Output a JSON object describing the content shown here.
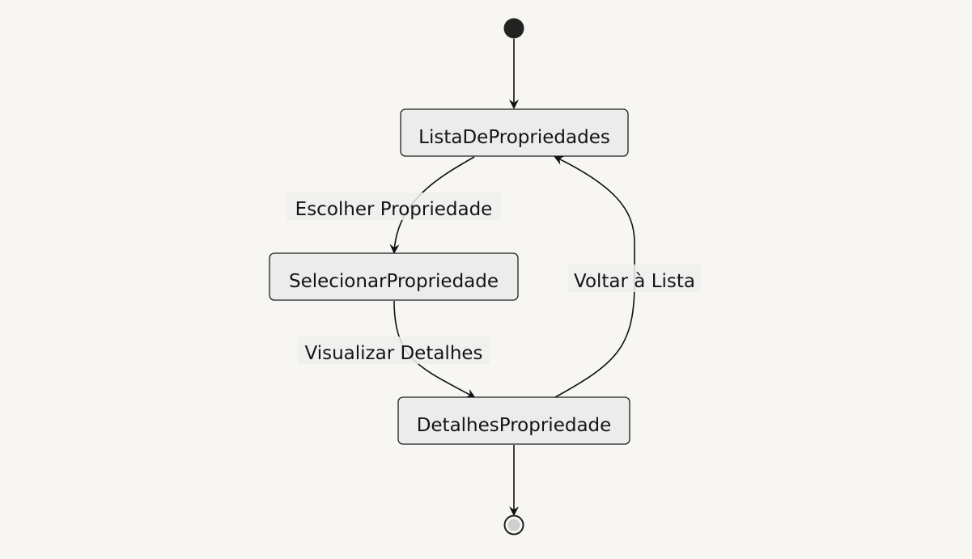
{
  "diagram": {
    "type": "state-diagram",
    "states": {
      "lista": "ListaDePropriedades",
      "selecionar": "SelecionarPropriedade",
      "detalhes": "DetalhesPropriedade"
    },
    "transitions": {
      "escolher": "Escolher Propriedade",
      "visualizar": "Visualizar Detalhes",
      "voltar": "Voltar à Lista"
    },
    "colors": {
      "background": "#f7f6f2",
      "state_fill": "#ececec",
      "stroke": "#1e1e1e",
      "start_node": "#222222",
      "end_node_inner": "#cfcfcf"
    }
  }
}
